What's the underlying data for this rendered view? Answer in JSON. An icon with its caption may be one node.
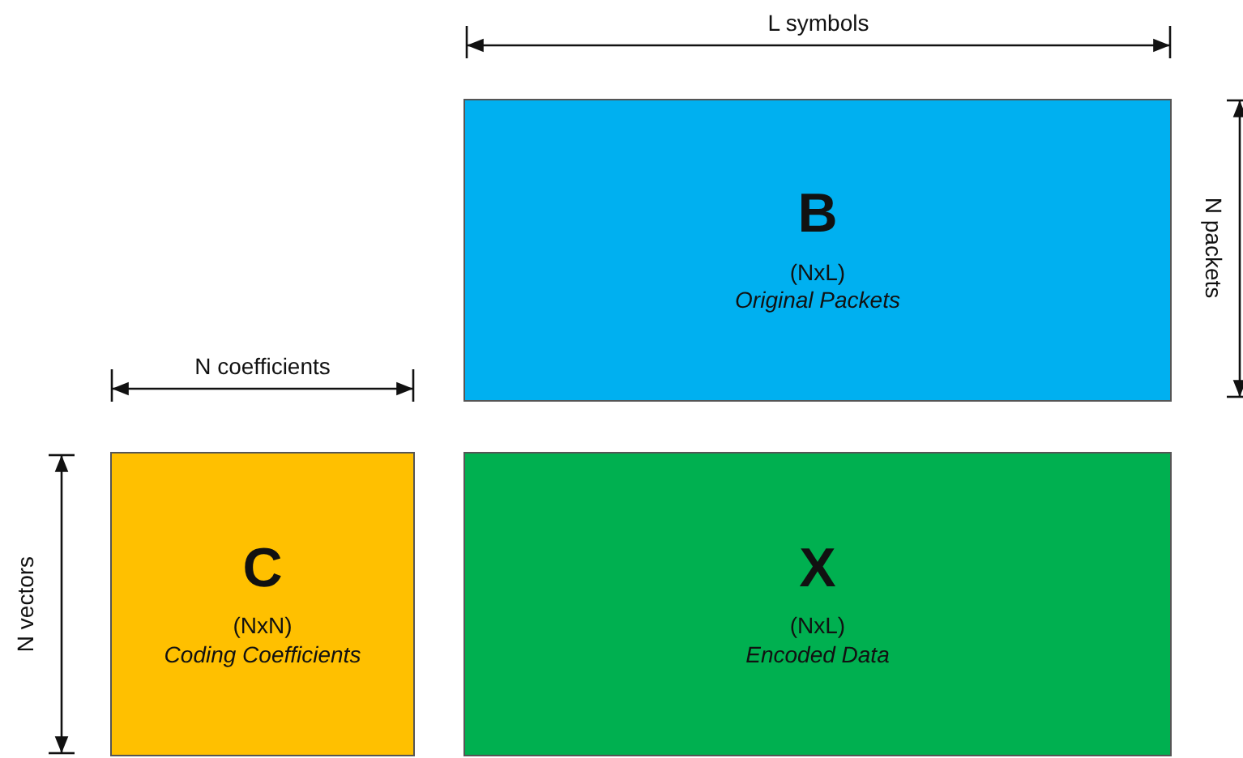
{
  "diagram": {
    "nodes": [
      {
        "text": [
          "B",
          "(NxL)",
          "Original Packets"
        ]
      },
      {
        "text": [
          "C",
          "(NxN)",
          "Coding Coefficients"
        ]
      },
      {
        "text": [
          "X",
          "(NxL)",
          "Encoded Data"
        ]
      }
    ],
    "labels": [
      "L symbols",
      "N packets",
      "N coefficients",
      "N vectors"
    ]
  }
}
